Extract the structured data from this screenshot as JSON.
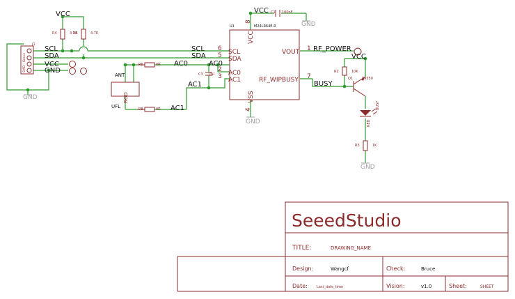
{
  "power": {
    "vcc": "VCC",
    "gnd": "GND"
  },
  "nets": {
    "scl": "SCL",
    "sda": "SDA",
    "vcc": "VCC",
    "gnd": "GND",
    "ac0": "AC0",
    "ac1": "AC1",
    "rf_power": "RF_POWER",
    "busy": "BUSY"
  },
  "connector": {
    "ref": "J1",
    "pins": [
      "SCL",
      "SDA",
      "VCC",
      "GND"
    ],
    "body_text": "SMD - Grove"
  },
  "resistors": {
    "r4": {
      "ref": "R4",
      "value": "4.7K"
    },
    "r5": {
      "ref": "R5",
      "value": "4.7K"
    },
    "r6": {
      "ref": "R6",
      "value": "0R"
    },
    "r8": {
      "ref": "R8",
      "value": "0R"
    },
    "r2": {
      "ref": "R2",
      "value": "10K"
    },
    "r3": {
      "ref": "R3",
      "value": "1K"
    }
  },
  "capacitors": {
    "c1": {
      "ref": "C1",
      "value": "100nF"
    },
    "c3": {
      "ref": "C3",
      "value": "0NF"
    }
  },
  "antenna": {
    "label": "ANT",
    "connector": "UFL",
    "body": "ROD"
  },
  "ic": {
    "ref": "U1",
    "part": "M24LR64E-R",
    "pins": {
      "vcc": "VCC",
      "vcc_num": "8",
      "scl": "SCL",
      "scl_num": "6",
      "sda": "SDA",
      "sda_num": "5",
      "ac0": "AC0",
      "ac0_num": "2",
      "ac1": "AC1",
      "ac1_num": "3",
      "vout": "VOUT",
      "vout_num": "1",
      "busy": "RF_WIPBUSY",
      "busy_num": "7",
      "vss": "VSS",
      "vss_num": "4"
    }
  },
  "transistor": {
    "ref": "Q1",
    "part": "S9550"
  },
  "led": {
    "ref": "RED",
    "label": "BUSY"
  },
  "title_block": {
    "company": "SeeedStudio",
    "title_label": "TITLE:",
    "title_value": "DRAWING_NAME",
    "design_label": "Design:",
    "design_value": "Wangcf",
    "check_label": "Check:",
    "check_value": "Bruce",
    "date_label": "Date:",
    "date_value": "Last_date_time",
    "version_label": "Vision:",
    "version_value": "v1.0",
    "sheet_label": "Sheet:",
    "sheet_value": "SHEET"
  }
}
